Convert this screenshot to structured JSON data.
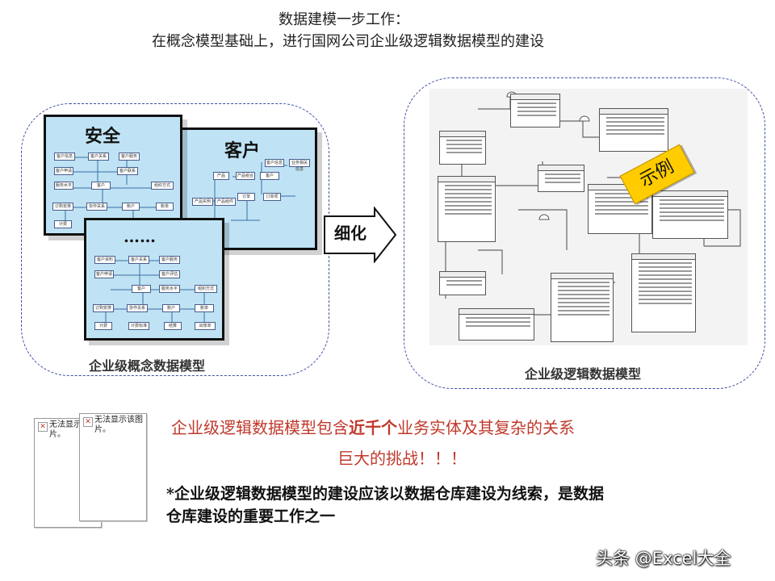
{
  "header": {
    "line1": "数据建模一步工作：",
    "line2": "在概念模型基础上，进行国网公司企业级逻辑数据模型的建设"
  },
  "left_group": {
    "caption": "企业级概念数据模型",
    "panel_security": {
      "title": "安全",
      "nodes": [
        "客户信息",
        "客户关系",
        "客户服务",
        "客户申请",
        "客户联系",
        "客户",
        "服务水平",
        "组织方式",
        "订购安排",
        "协作关系",
        "账户",
        "账单",
        "计费"
      ]
    },
    "panel_customer": {
      "title": "客户",
      "nodes": [
        "客户信息",
        "业务相关信息",
        "产品",
        "产品组合",
        "客户",
        "产品实例",
        "产品组件",
        "订单",
        "订单项"
      ]
    },
    "panel_more": {
      "title": "……",
      "nodes": [
        "客户资料",
        "客户关系",
        "客户服务",
        "客户评估",
        "客户申请",
        "客户",
        "服务水平",
        "组织方式",
        "订购安排",
        "协作关系",
        "账户",
        "账单",
        "计费",
        "计费标准",
        "结算",
        "出账单"
      ]
    }
  },
  "arrow": {
    "label": "细化"
  },
  "right_group": {
    "caption": "企业级逻辑数据模型",
    "badge": "示例"
  },
  "broken_images": [
    {
      "text": "无法显示该图片。"
    },
    {
      "text": "无法显示该图片。"
    }
  ],
  "statement": {
    "part1": "企业级逻辑数据模型包含",
    "highlight": "近千个",
    "part2": "业务实体及其复杂的关系",
    "line2": "巨大的挑战！！！"
  },
  "note": {
    "line1": "*企业级逻辑数据模型的建设应该以数据仓库建设为线索，是数据",
    "line2": "仓库建设的重要工作之一"
  },
  "watermark": "头条 @Excel大全"
}
